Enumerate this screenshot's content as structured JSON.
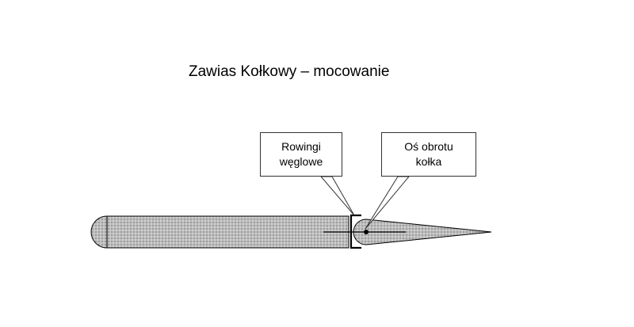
{
  "title": "Zawias Kołkowy – mocowanie",
  "callouts": {
    "rowingi": {
      "line1": "Rowingi",
      "line2": "węglowe"
    },
    "os": {
      "line1": "Oś obrotu",
      "line2": "kołka"
    }
  },
  "colors": {
    "hatch_fill": "#b8b8b8",
    "outline": "#000000"
  }
}
